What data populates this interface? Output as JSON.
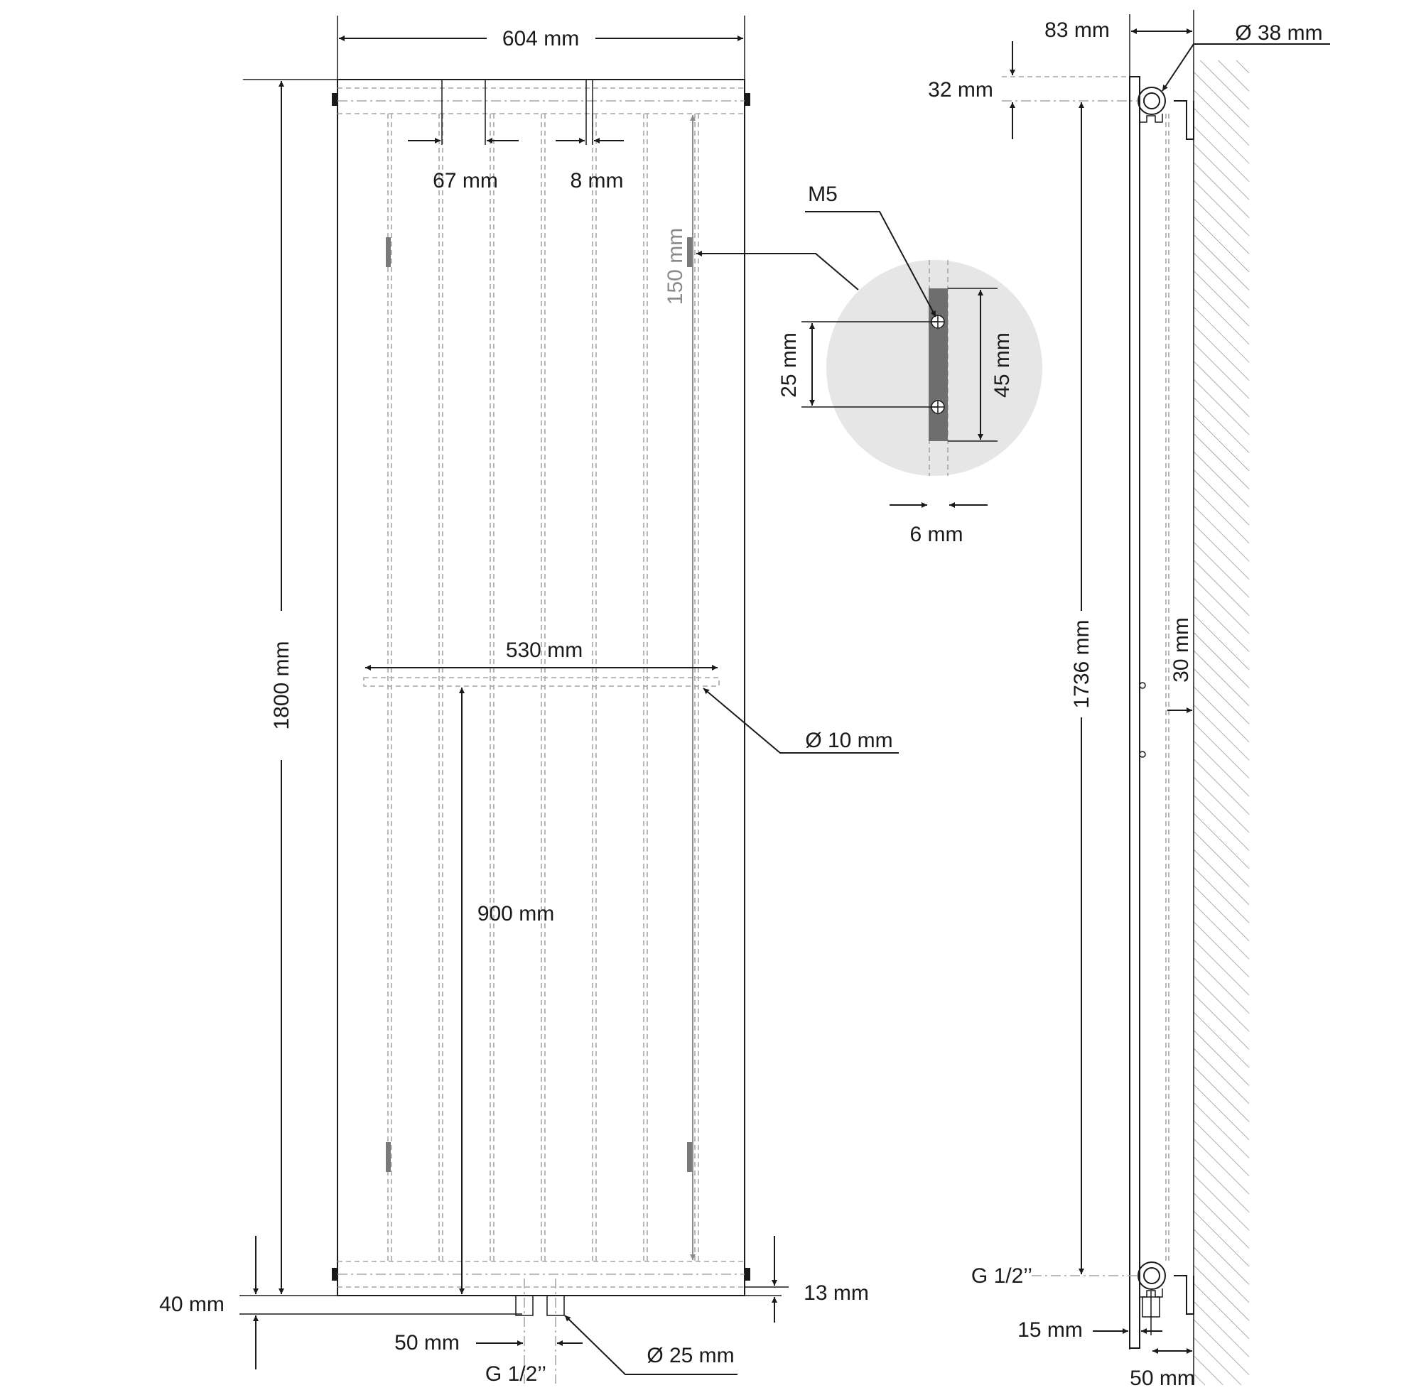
{
  "labels": {
    "width": "604 mm",
    "tube_width": "67 mm",
    "tube_gap": "8 mm",
    "height": "1800 mm",
    "bracket_spacing": "150 mm",
    "screw": "M5",
    "hole_spacing": "25 mm",
    "plate_length": "45 mm",
    "plate_width": "6 mm",
    "rail_length": "530 mm",
    "rail_diameter": "Ø 10 mm",
    "rail_height": "900 mm",
    "bottom_offset": "40 mm",
    "bottom_pipe": "13 mm",
    "connection_spacing": "50 mm",
    "connection_thread_front": "G 1/2’’",
    "connection_diameter": "Ø 25 mm",
    "depth": "83 mm",
    "collector_diameter": "Ø 38 mm",
    "top_offset": "32 mm",
    "hub_distance": "1736 mm",
    "wall_gap": "30 mm",
    "connection_thread_side": "G 1/2’’",
    "side_offset": "15 mm",
    "wall_distance": "50 mm"
  },
  "colors": {
    "line": "#1a1a1a",
    "hidden_line": "#a6a6a6",
    "detail_circle": "#e6e6e6",
    "bracket_plate": "#6e6e6e",
    "wall_hatch": "#8a8a8a"
  }
}
